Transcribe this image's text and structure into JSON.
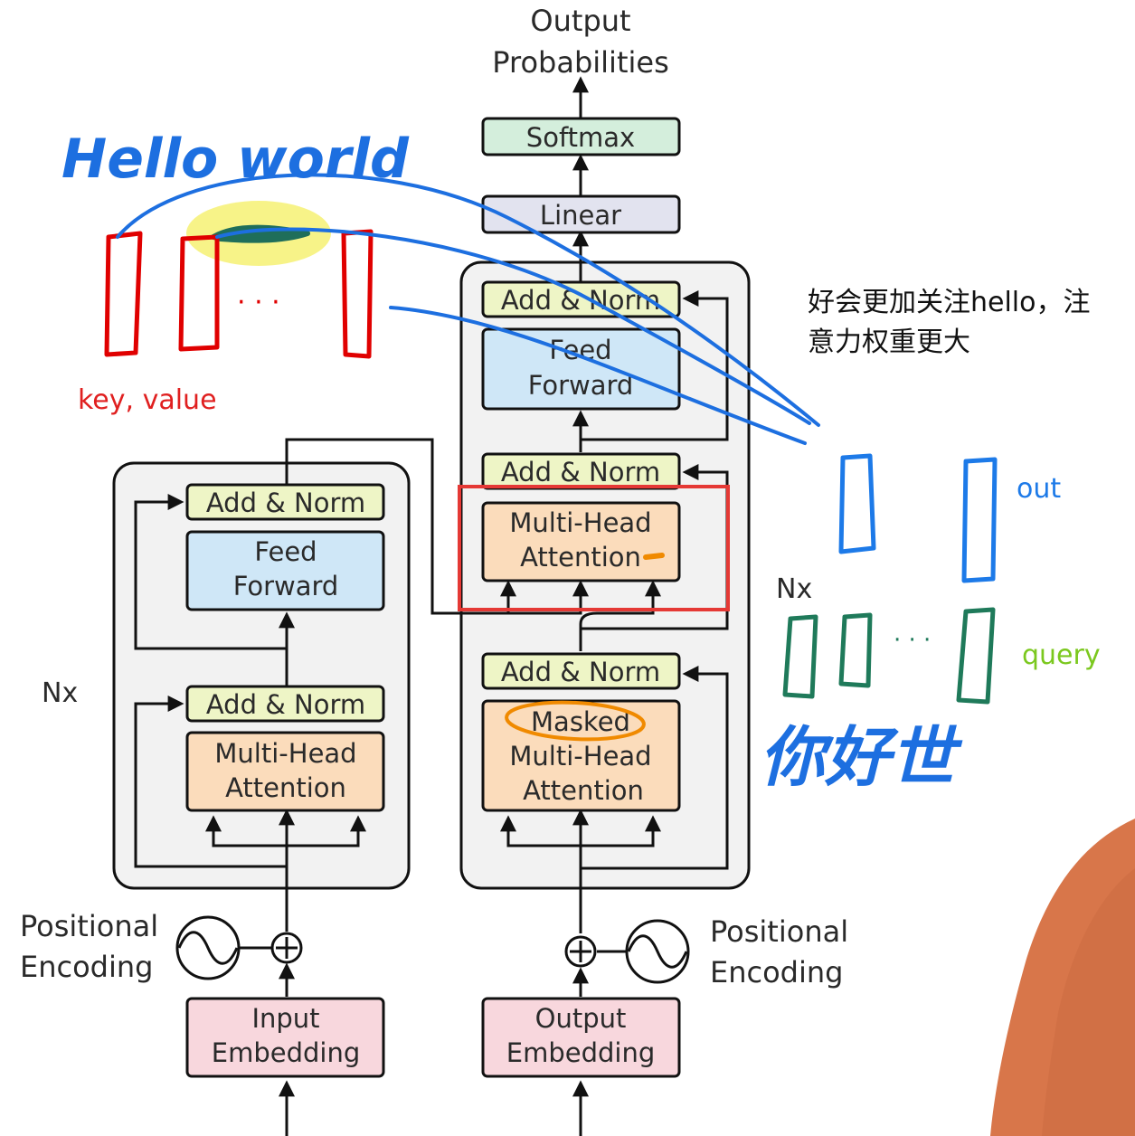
{
  "diagram": {
    "output_probabilities": [
      "Output",
      "Probabilities"
    ],
    "softmax": "Softmax",
    "linear": "Linear",
    "encoder": {
      "nx": "Nx",
      "add_norm_top": "Add & Norm",
      "feed_forward": [
        "Feed",
        "Forward"
      ],
      "add_norm_bottom": "Add & Norm",
      "mha": [
        "Multi-Head",
        "Attention"
      ],
      "positional_encoding": [
        "Positional",
        "Encoding"
      ],
      "input_embedding": [
        "Input",
        "Embedding"
      ]
    },
    "decoder": {
      "nx": "Nx",
      "add_norm_top": "Add & Norm",
      "feed_forward": [
        "Feed",
        "Forward"
      ],
      "add_norm_mid": "Add & Norm",
      "cross_mha": [
        "Multi-Head",
        "Attention"
      ],
      "add_norm_bottom": "Add & Norm",
      "masked_mha": [
        "Masked",
        "Multi-Head",
        "Attention"
      ],
      "positional_encoding": [
        "Positional",
        "Encoding"
      ],
      "output_embedding": [
        "Output",
        "Embedding"
      ]
    }
  },
  "annotations": {
    "hello_world": "Hello world",
    "key_value": "key, value",
    "note": [
      "好会更加关注hello，注",
      "意力权重更大"
    ],
    "out": "out",
    "query": "query",
    "ni_hao_shi": "你好世",
    "ellipsis_left": "· · ·",
    "ellipsis_right": "· · ·"
  },
  "colors": {
    "add_norm": "#eef5c6",
    "feed_forward": "#cfe7f7",
    "attention": "#fbdcbb",
    "embedding": "#f8d7dd",
    "softmax": "#d4eedc",
    "linear": "#e2e3ef",
    "block_bg": "#f2f2f2",
    "highlight_red": "#e53935",
    "pen_blue": "#1d6fe0",
    "pen_red": "#e00000",
    "pen_green": "#1f7a5a",
    "pen_orange": "#f08a00",
    "query_green": "#7bc81e",
    "out_blue": "#1d7ae8",
    "skin": "#d8764a"
  }
}
